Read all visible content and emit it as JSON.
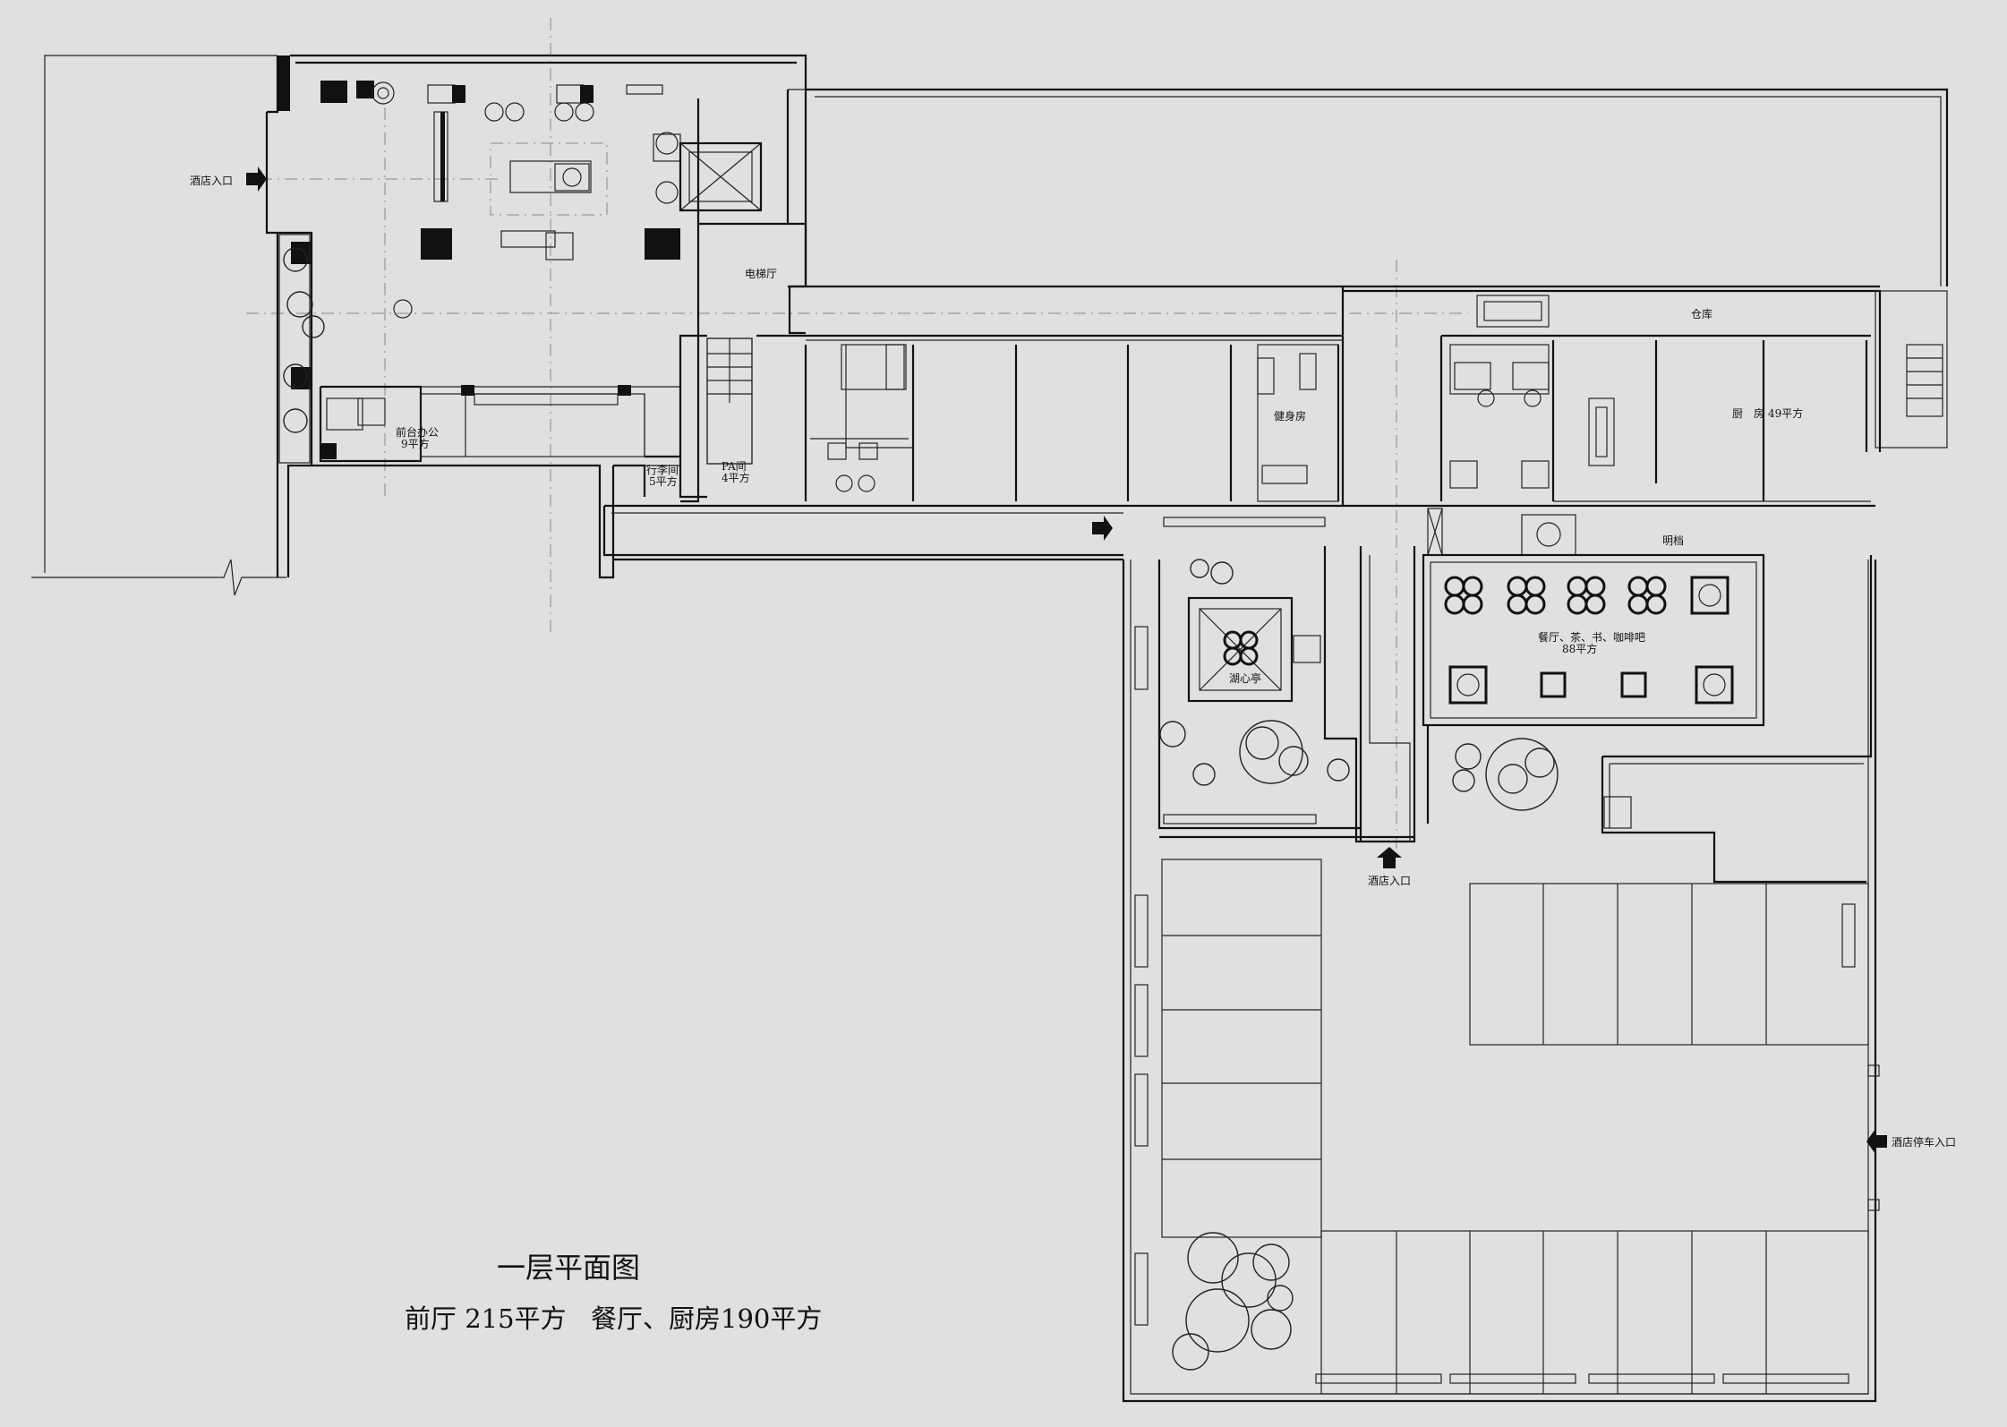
{
  "plan": {
    "title": "一层平面图",
    "area_note_front": "前厅 215平方",
    "area_note_dining": "餐厅、厨房190平方"
  },
  "labels": {
    "hotel_entrance_west": "酒店入口",
    "elevator_hall": "电梯厅",
    "front_desk_office": "前台办公",
    "front_desk_office_area": "9平方",
    "luggage_room": "行李间",
    "luggage_room_area": "5平方",
    "pa_room": "PA间",
    "pa_room_area": "4平方",
    "gym": "健身房",
    "warehouse": "仓库",
    "kitchen": "厨　房",
    "kitchen_area": "49平方",
    "pantry": "明档",
    "dining": "餐厅、茶、书、咖啡吧",
    "dining_area": "88平方",
    "pavilion": "湖心亭",
    "hotel_entrance_south": "酒店入口",
    "parking_entrance": "酒店停车入口"
  }
}
